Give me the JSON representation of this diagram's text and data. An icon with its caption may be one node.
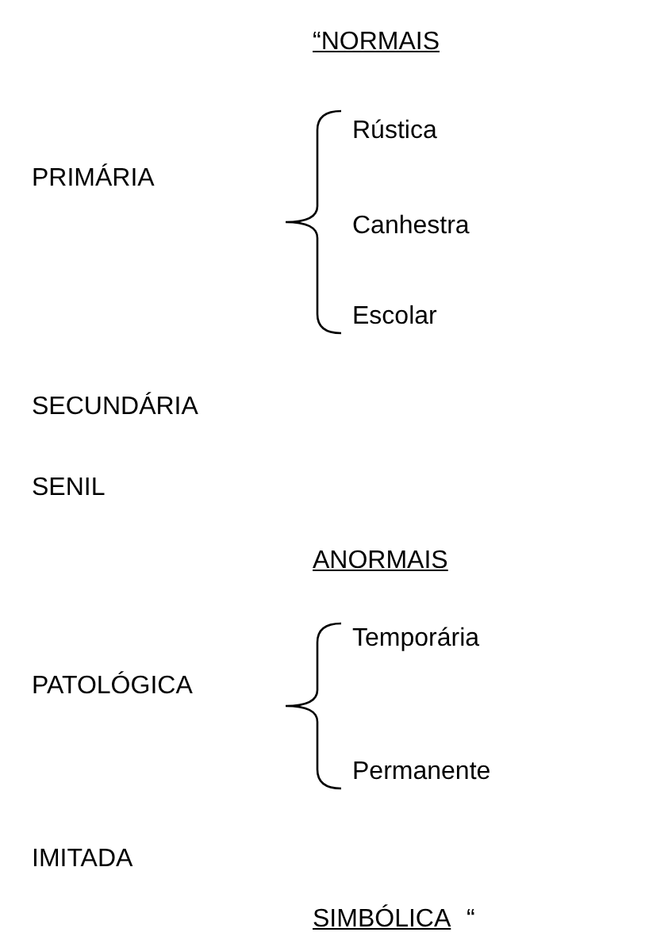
{
  "diagram": {
    "labels": [
      "“NORMAIS",
      "PRIMÁRIA",
      "Rústica",
      "Canhestra",
      "Escolar",
      "SECUNDÁRIA",
      "SENIL",
      "ANORMAIS",
      "PATOLÓGICA",
      "Temporária",
      "Permanente",
      "IMITADA",
      "SIMBÓLICA",
      "“"
    ]
  }
}
